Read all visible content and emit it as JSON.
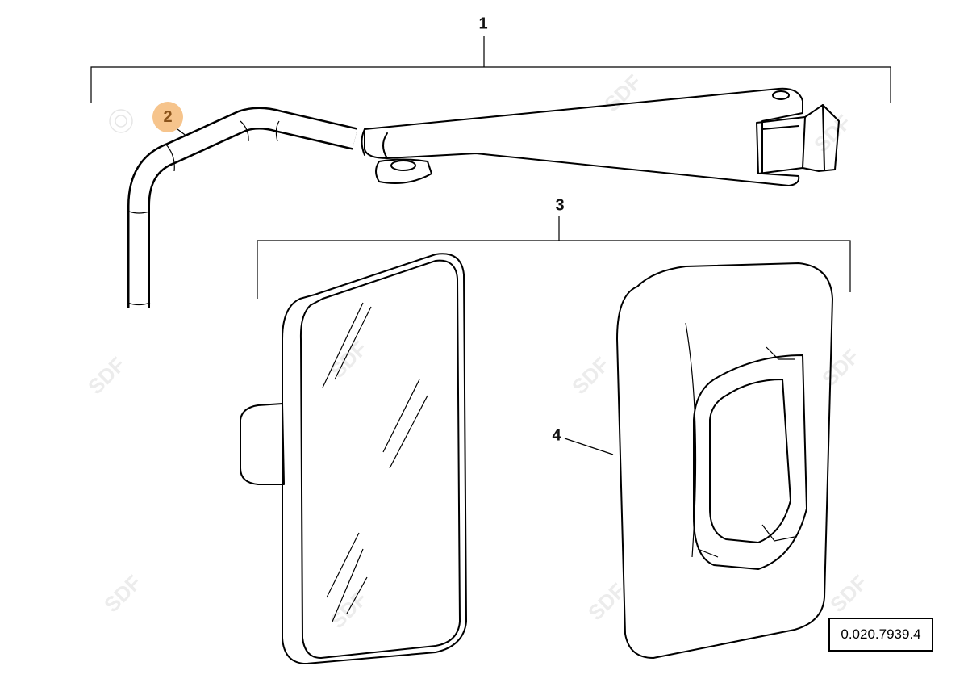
{
  "diagram": {
    "callouts": [
      {
        "id": "1",
        "label": "1"
      },
      {
        "id": "2",
        "label": "2",
        "highlighted": true
      },
      {
        "id": "3",
        "label": "3"
      },
      {
        "id": "4",
        "label": "4"
      }
    ],
    "reference_number": "0.020.7939.4",
    "watermark": "SDF",
    "highlight_color": "#f6c48c"
  }
}
